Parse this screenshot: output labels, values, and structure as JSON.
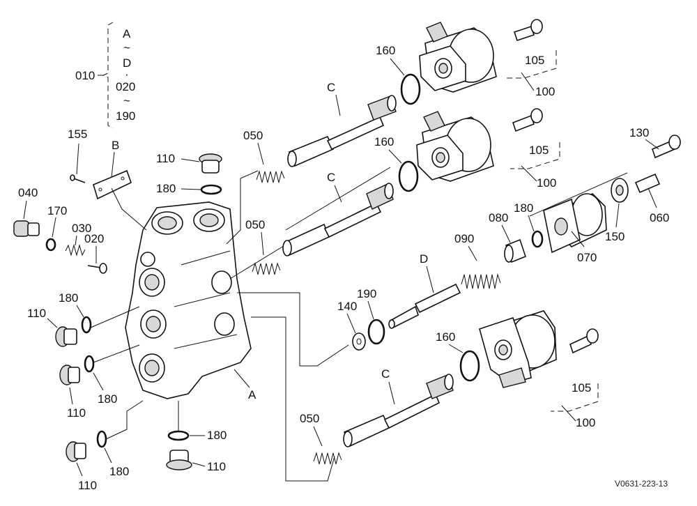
{
  "labels": {
    "p010": "010",
    "p020": "020",
    "p030": "030",
    "p040": "040",
    "p050a": "050",
    "p050b": "050",
    "p050c": "050",
    "p060": "060",
    "p070": "070",
    "p080": "080",
    "p090": "090",
    "p100a": "100",
    "p100b": "100",
    "p100c": "100",
    "p105a": "105",
    "p105b": "105",
    "p105c": "105",
    "p110a": "110",
    "p110b": "110",
    "p110c": "110",
    "p110d": "110",
    "p110e": "110",
    "p130": "130",
    "p140": "140",
    "p150": "150",
    "p155": "155",
    "p160a": "160",
    "p160b": "160",
    "p160c": "160",
    "p170": "170",
    "p180a": "180",
    "p180b": "180",
    "p180c": "180",
    "p180d": "180",
    "p180e": "180",
    "p180f": "180",
    "p190": "190",
    "groupA": "A",
    "groupB": "B",
    "groupC1": "C",
    "groupC2": "C",
    "groupC3": "C",
    "groupD": "D",
    "groupAbody": "A"
  },
  "range_list": {
    "line1": "A",
    "line2": "~",
    "line3": "D",
    "line4": "·",
    "line5": "020",
    "line6": "~",
    "line7": "190"
  },
  "reference_code": "V0631-223-13"
}
